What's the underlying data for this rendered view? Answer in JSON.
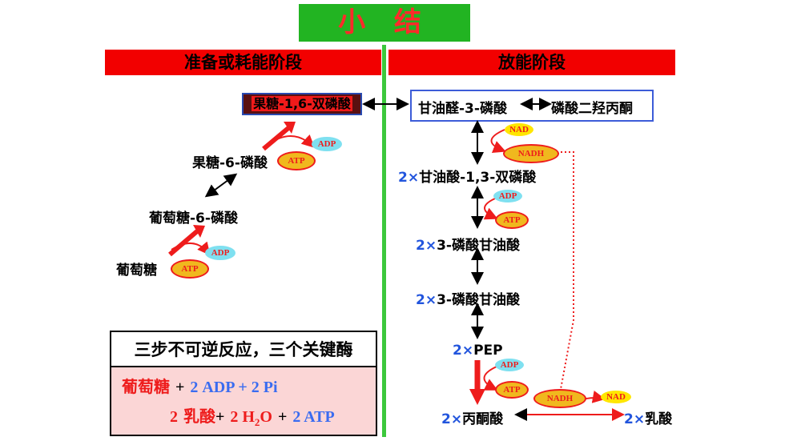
{
  "title": "小 结",
  "sections": {
    "left_header": "准备或耗能阶段",
    "right_header": "放能阶段"
  },
  "left": {
    "fbp": "果糖-1,6-双磷酸",
    "f6p": "果糖-6-磷酸",
    "g6p": "葡萄糖-6-磷酸",
    "glucose": "葡萄糖"
  },
  "right": {
    "g3p": "甘油醛-3-磷酸",
    "dhap": "磷酸二羟丙酮",
    "bpg_prefix": "2×",
    "bpg": "甘油酸-1,3-双磷酸",
    "pg3_prefix": "2×",
    "pg3": "3-磷酸甘油酸",
    "pg2_prefix": "2×",
    "pg2": "3-磷酸甘油酸",
    "pep_prefix": "2×",
    "pep": "PEP",
    "pyruvate_prefix": "2×",
    "pyruvate": "丙酮酸",
    "lactate_prefix": "2×",
    "lactate": "乳酸"
  },
  "badges": {
    "atp": "ATP",
    "adp": "ADP",
    "nad": "NAD",
    "nadh": "NADH"
  },
  "summary": {
    "heading": "三步不可逆反应，三个关键酶",
    "line1_glucose": "葡萄糖",
    "line1_plus": "+",
    "line1_rest": "2 ADP + 2 Pi",
    "line2_prefix": "2",
    "line2_lactate": "乳酸",
    "line2_plus1": "+",
    "line2_water_a": "2 H",
    "line2_water_sub": "2",
    "line2_water_b": "O",
    "line2_plus2": "+",
    "line2_atp": "2 ATP"
  },
  "colors": {
    "title_bg": "#22b422",
    "header_bar": "#f20000",
    "divider": "#3cc83c",
    "arrow_red": "#ee1c1c",
    "atp_fill": "#f0b81e",
    "adp_fill": "#7fe0f0",
    "nad_fill": "#ffe600",
    "label_blue": "#2255dd"
  }
}
